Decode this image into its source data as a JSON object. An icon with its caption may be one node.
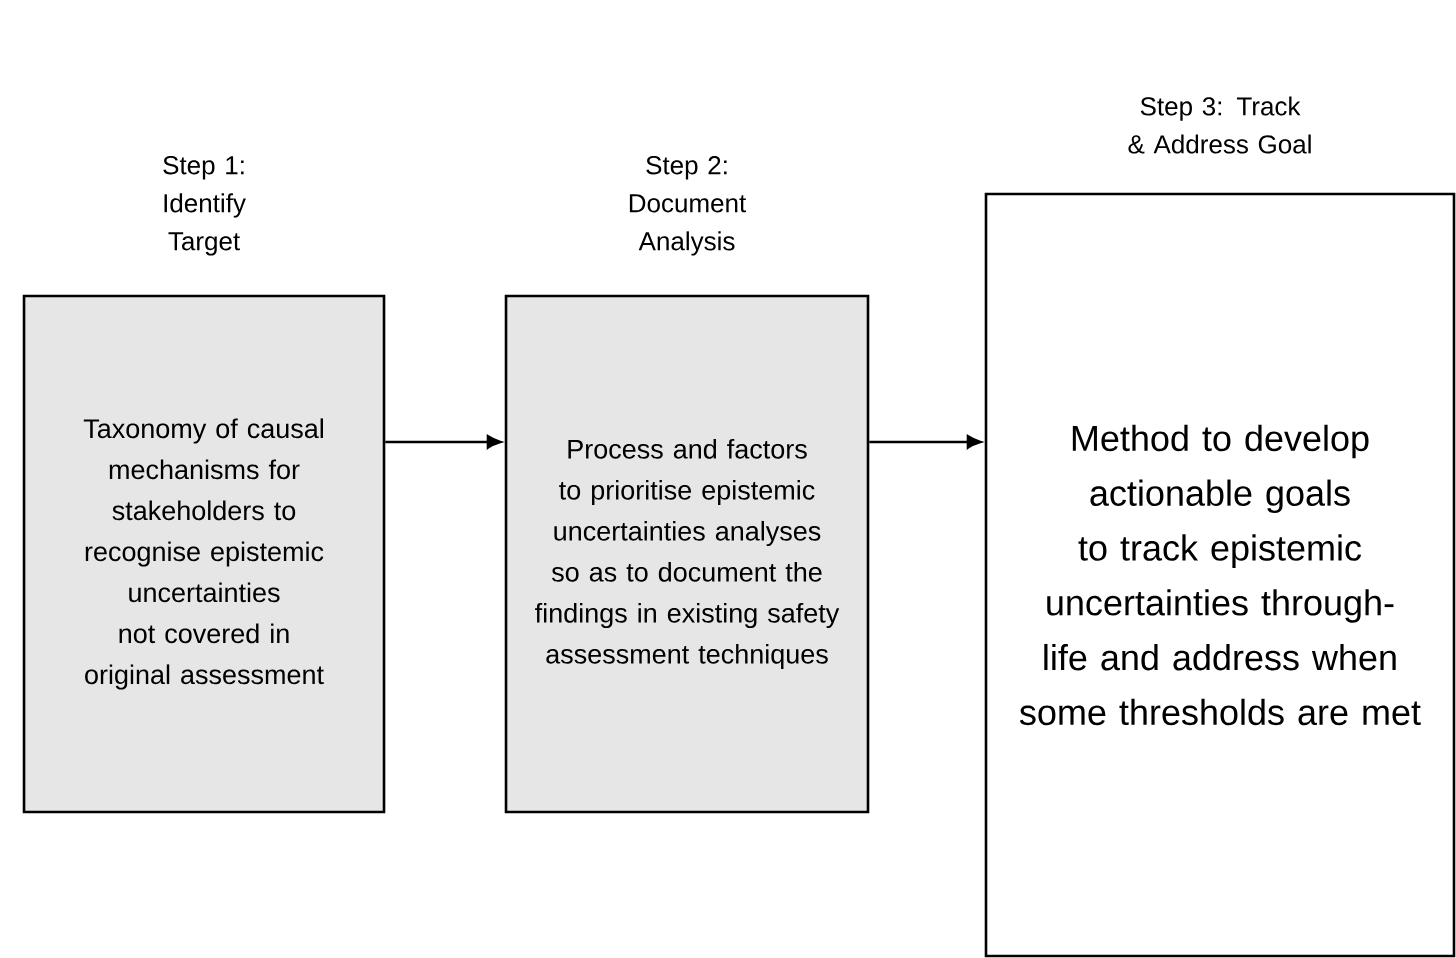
{
  "diagram": {
    "nodes": [
      {
        "text": [
          "Step 1: Identify Target",
          "Taxonomy of causal mechanisms for stakeholders to recognise epistemic uncertainties not covered in original assessment"
        ]
      },
      {
        "text": [
          "Step 2: Document Analysis",
          "Process and factors to prioritise epistemic uncertainties analyses so as to document the findings in existing safety assessment techniques"
        ]
      },
      {
        "text": [
          "Step 3: Track & Address Goal",
          "Method to develop actionable goals to track epistemic uncertainties through-life and address when some thresholds are met"
        ]
      }
    ],
    "edges": [
      {
        "from": 0,
        "to": 1,
        "arrow": "to"
      },
      {
        "from": 1,
        "to": 2,
        "arrow": "to"
      }
    ]
  }
}
